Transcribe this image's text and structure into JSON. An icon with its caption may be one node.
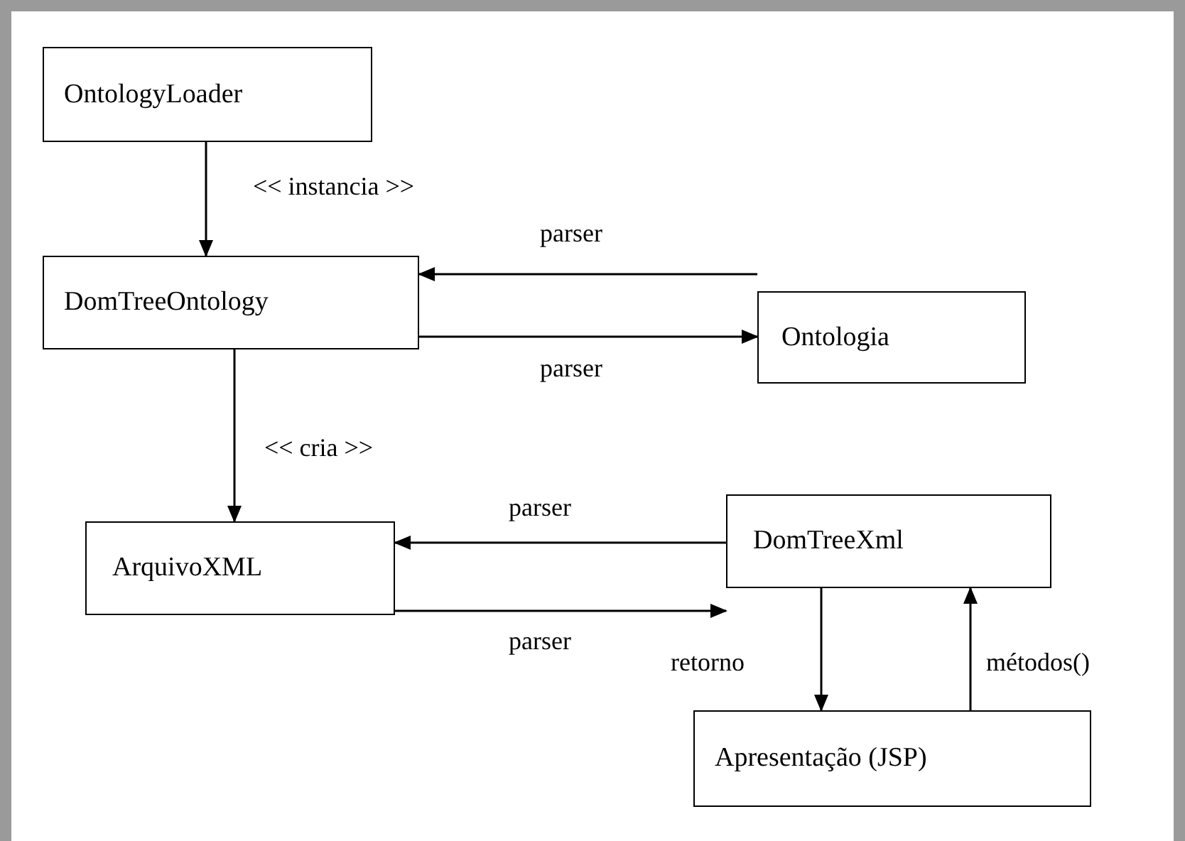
{
  "diagram": {
    "nodes": [
      {
        "text": [
          "OntologyLoader"
        ]
      },
      {
        "text": [
          "DomTreeOntology"
        ]
      },
      {
        "text": [
          "Ontologia"
        ]
      },
      {
        "text": [
          "ArquivoXML"
        ]
      },
      {
        "text": [
          "DomTreeXml"
        ]
      },
      {
        "text": [
          "Apresentação (JSP)"
        ]
      }
    ],
    "edges": [
      {
        "from": 0,
        "to": 1,
        "arrow": "to",
        "label": "<< instancia >>"
      },
      {
        "from": 2,
        "to": 1,
        "arrow": "to",
        "label": "parser"
      },
      {
        "from": 1,
        "to": 2,
        "arrow": "to",
        "label": "parser"
      },
      {
        "from": 1,
        "to": 3,
        "arrow": "to",
        "label": "<< cria >>"
      },
      {
        "from": 4,
        "to": 3,
        "arrow": "to",
        "label": "parser"
      },
      {
        "from": 3,
        "to": 4,
        "arrow": "to",
        "label": "parser"
      },
      {
        "from": 4,
        "to": 5,
        "arrow": "to",
        "label": "retorno"
      },
      {
        "from": 5,
        "to": 4,
        "arrow": "to",
        "label": "métodos()"
      }
    ]
  }
}
